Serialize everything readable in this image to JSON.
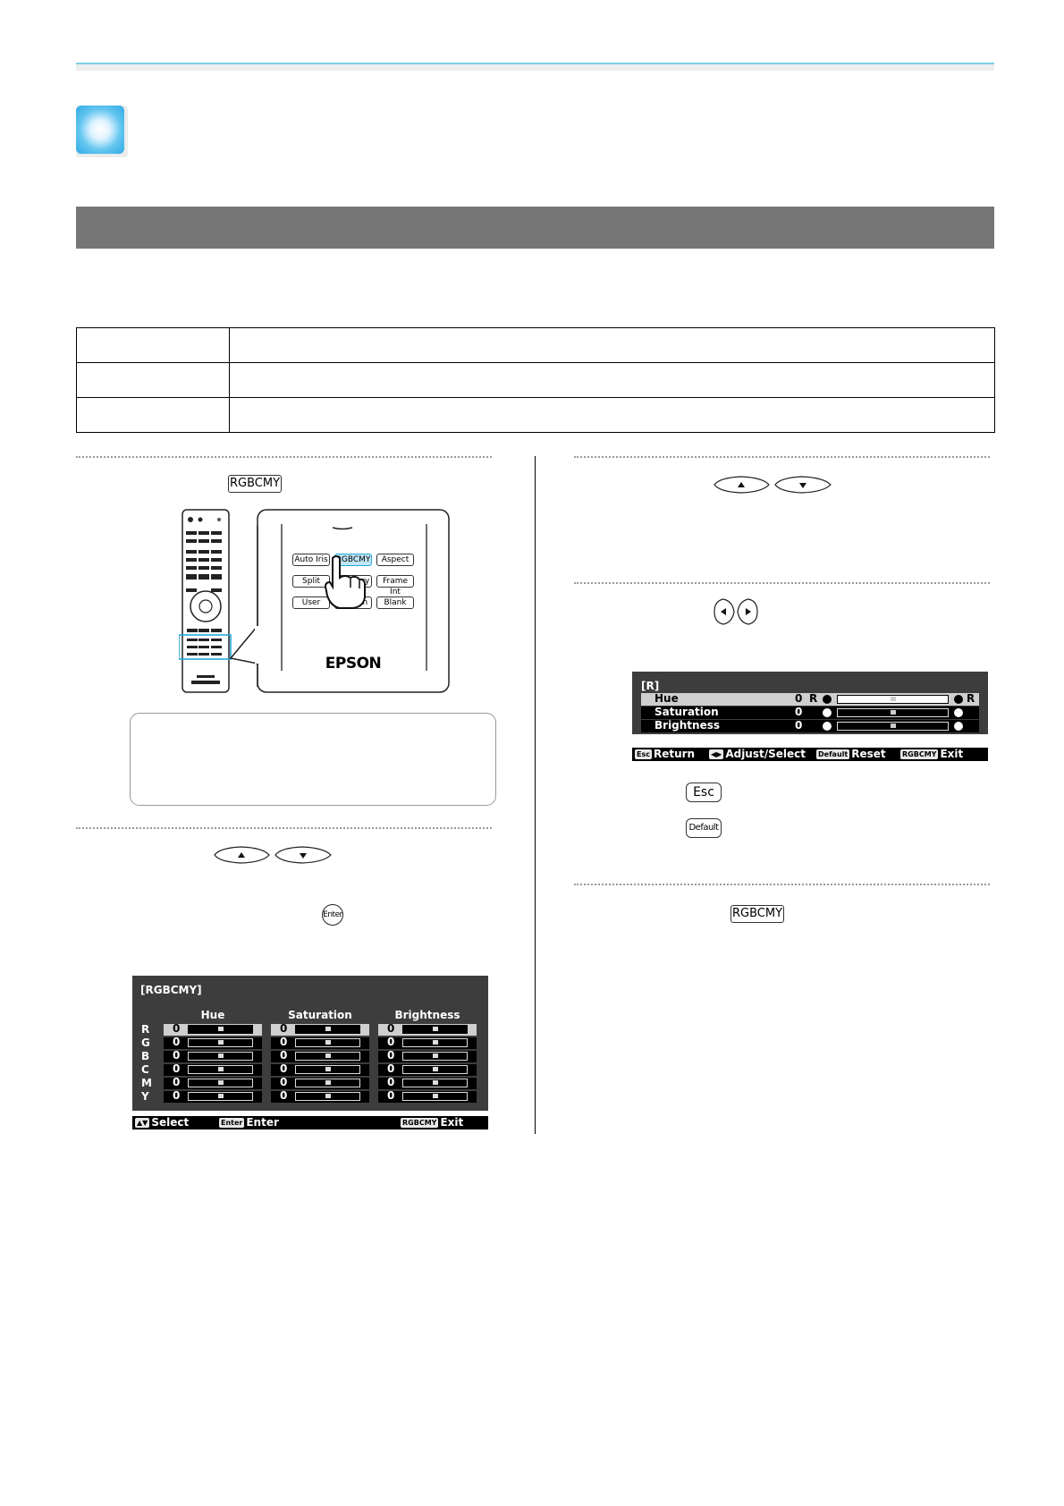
{
  "keys": {
    "rgbcmy": "RGBCMY",
    "enter": "Enter",
    "esc": "Esc",
    "default": "Default"
  },
  "remote_zoom": {
    "buttons": [
      "Auto Iris",
      "RGBCMY",
      "Aspect",
      "Split",
      "Memory",
      "Frame Int",
      "User",
      "Pattern",
      "Blank"
    ],
    "brand": "EPSON"
  },
  "osd_table": {
    "title": "[RGBCMY]",
    "columns": [
      "Hue",
      "Saturation",
      "Brightness"
    ],
    "rows": [
      "R",
      "G",
      "B",
      "C",
      "M",
      "Y"
    ],
    "values": [
      [
        "0",
        "0",
        "0"
      ],
      [
        "0",
        "0",
        "0"
      ],
      [
        "0",
        "0",
        "0"
      ],
      [
        "0",
        "0",
        "0"
      ],
      [
        "0",
        "0",
        "0"
      ],
      [
        "0",
        "0",
        "0"
      ]
    ],
    "footer": {
      "select": "Select",
      "enter_key": "Enter",
      "enter": "Enter",
      "exit_key": "RGBCMY",
      "exit": "Exit"
    }
  },
  "osd_adjust": {
    "title": "[R]",
    "rows": [
      {
        "label": "Hue",
        "value": "0",
        "left": "R",
        "right": "R"
      },
      {
        "label": "Saturation",
        "value": "0"
      },
      {
        "label": "Brightness",
        "value": "0"
      }
    ],
    "footer": {
      "esc_key": "Esc",
      "return": "Return",
      "adjust": "Adjust/Select",
      "default_key": "Default",
      "reset": "Reset",
      "exit_key": "RGBCMY",
      "exit": "Exit"
    }
  }
}
